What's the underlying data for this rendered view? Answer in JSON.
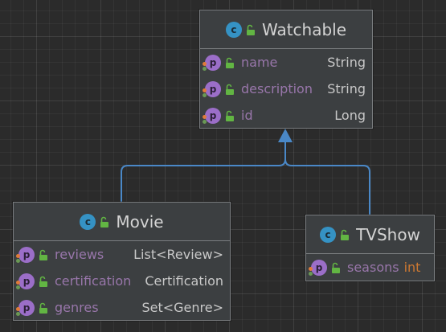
{
  "diagram": {
    "classes": [
      {
        "id": "watchable",
        "name": "Watchable",
        "icon": "class-icon",
        "icon_letter": "c",
        "fields": [
          {
            "icon": "property-icon",
            "icon_letter": "p",
            "name": "name",
            "type": "String"
          },
          {
            "icon": "property-icon",
            "icon_letter": "p",
            "name": "description",
            "type": "String"
          },
          {
            "icon": "property-icon",
            "icon_letter": "p",
            "name": "id",
            "type": "Long"
          }
        ]
      },
      {
        "id": "movie",
        "name": "Movie",
        "icon": "class-icon",
        "icon_letter": "c",
        "fields": [
          {
            "icon": "property-icon",
            "icon_letter": "p",
            "name": "reviews",
            "type": "List<Review>"
          },
          {
            "icon": "property-icon",
            "icon_letter": "p",
            "name": "certification",
            "type": "Certification"
          },
          {
            "icon": "property-icon",
            "icon_letter": "p",
            "name": "genres",
            "type": "Set<Genre>"
          }
        ]
      },
      {
        "id": "tvshow",
        "name": "TVShow",
        "icon": "class-icon",
        "icon_letter": "c",
        "fields": [
          {
            "icon": "property-icon",
            "icon_letter": "p",
            "name": "seasons",
            "type": "int"
          }
        ]
      }
    ],
    "relations": [
      {
        "type": "generalization",
        "from": "Movie",
        "to": "Watchable"
      },
      {
        "type": "generalization",
        "from": "TVShow",
        "to": "Watchable"
      }
    ],
    "colors": {
      "background": "#2b2b2b",
      "box": "#3c3f41",
      "box_border": "#7a7d80",
      "arrow": "#4a88c7",
      "field_name": "#9876aa",
      "primitive_type": "#cc7832",
      "class_icon": "#3592c4",
      "property_icon": "#9b6ec8",
      "lock": "#62b543"
    }
  }
}
